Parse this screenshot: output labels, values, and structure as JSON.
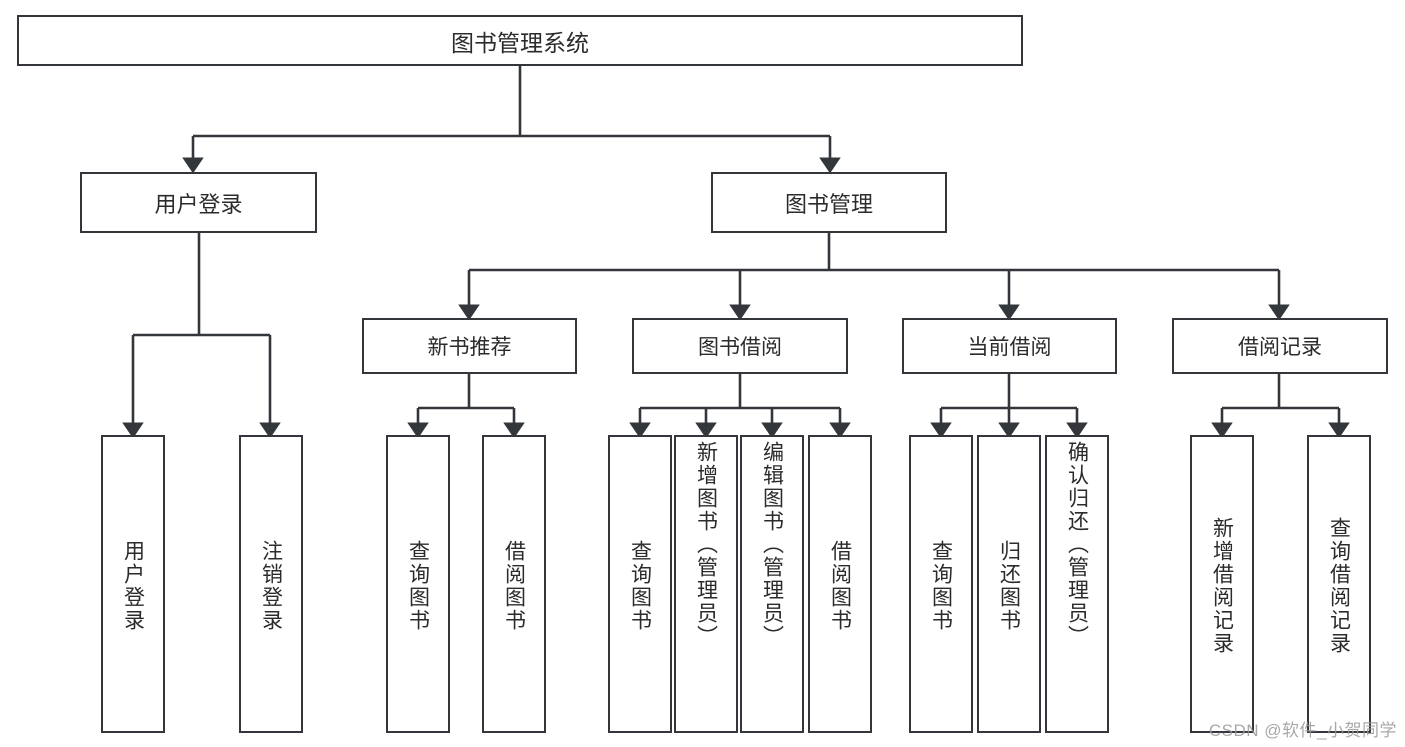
{
  "diagram": {
    "title": "图书管理系统",
    "type": "tree",
    "watermark": "CSDN @软件_小贺同学",
    "colors": {
      "box_border": "#33373b",
      "box_fill": "#ffffff",
      "edge": "#33373b",
      "text": "#2b2b2b",
      "watermark": "#9a9a9a"
    },
    "root": {
      "label": "图书管理系统"
    },
    "level2": [
      {
        "label": "用户登录"
      },
      {
        "label": "图书管理"
      }
    ],
    "level3": [
      {
        "label": "新书推荐"
      },
      {
        "label": "图书借阅"
      },
      {
        "label": "当前借阅"
      },
      {
        "label": "借阅记录"
      }
    ],
    "leaves": {
      "user_login": [
        {
          "label": "用户登录"
        },
        {
          "label": "注销登录"
        }
      ],
      "new_book_recommend": [
        {
          "label": "查询图书"
        },
        {
          "label": "借阅图书"
        }
      ],
      "book_borrow": [
        {
          "label": "查询图书"
        },
        {
          "label": "新增图书（管理员）"
        },
        {
          "label": "编辑图书（管理员）"
        },
        {
          "label": "借阅图书"
        }
      ],
      "current_borrow": [
        {
          "label": "查询图书"
        },
        {
          "label": "归还图书"
        },
        {
          "label": "确认归还（管理员）"
        }
      ],
      "borrow_record": [
        {
          "label": "新增借阅记录"
        },
        {
          "label": "查询借阅记录"
        }
      ]
    }
  }
}
